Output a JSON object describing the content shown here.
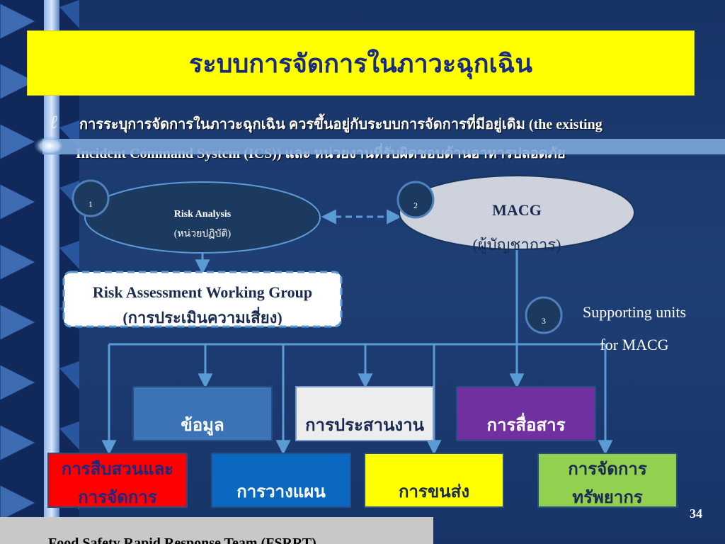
{
  "title": "ระบบการจัดการในภาวะฉุกเฉิน",
  "bullet": {
    "glyph": "ℓ",
    "line1": "การระบุการจัดการในภาวะฉุกเฉิน  ควรขึ้นอยู่กับระบบการจัดการที่มีอยู่เดิม (the existing",
    "line2": "Incident Command System (ICS)) และ หน่วยงานที่รับผิดชอบด้านอาหารปลอดภัย"
  },
  "nodes": {
    "risk_analysis": {
      "number": "1",
      "title": "Risk Analysis",
      "subtitle": "(หน่วยปฏิบัติ)"
    },
    "macg": {
      "number": "2",
      "title": "MACG",
      "subtitle": "(ผู้บัญชาการ)"
    },
    "supporting": {
      "number": "3",
      "line1": "Supporting units",
      "line2": "for MACG"
    },
    "rawg": {
      "line1": "Risk Assessment Working Group",
      "line2": "(การประเมินความเสี่ยง)"
    }
  },
  "boxes": {
    "information": "ข้อมูล",
    "coordination": "การประสานงาน",
    "communication": "การสื่อสาร",
    "investigation_line1": "การสืบสวนและ",
    "investigation_line2": "การจัดการ",
    "planning": "การวางแผน",
    "logistics": "การขนส่ง",
    "resources_line1": "การจัดการ",
    "resources_line2": "ทรัพยากร"
  },
  "footer": "Food Safety Rapid Response Team (FSRRT)",
  "page_number": "34",
  "colors": {
    "title_bg": "#ffff00",
    "info": "#3b73b6",
    "coordination": "#ededed",
    "communication": "#7030a0",
    "investigation": "#ff0000",
    "planning": "#0b68c1",
    "logistics": "#ffff00",
    "resources": "#92d050"
  }
}
